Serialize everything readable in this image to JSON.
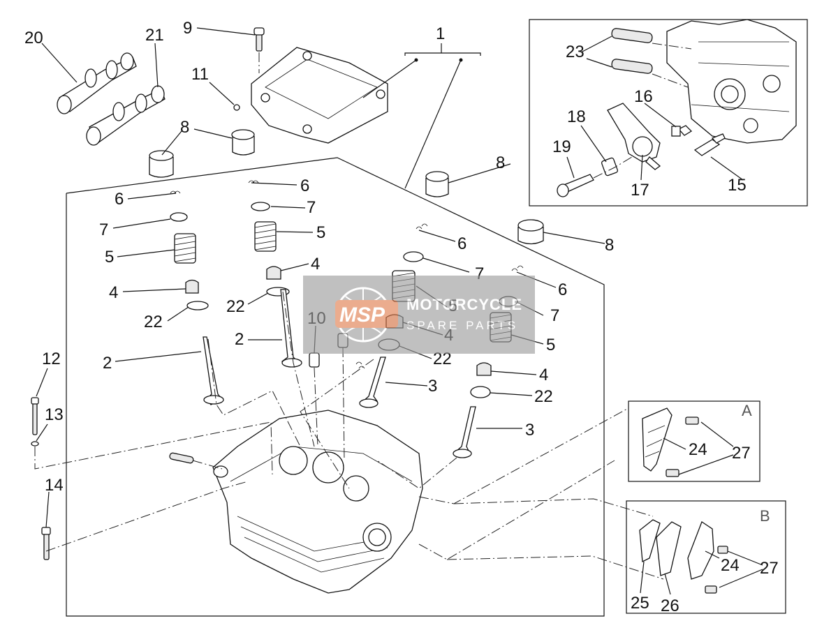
{
  "watermark": {
    "logo": "MSP",
    "line1": "MOTORCYCLE",
    "line2": "SPARE PARTS"
  },
  "inset_labels": {
    "a": "A",
    "b": "B"
  },
  "callouts": {
    "c1": "1",
    "c2a": "2",
    "c2b": "2",
    "c3a": "3",
    "c3b": "3",
    "c4a": "4",
    "c4b": "4",
    "c4c": "4",
    "c4d": "4",
    "c5a": "5",
    "c5b": "5",
    "c5c": "5",
    "c5d": "5",
    "c6a": "6",
    "c6b": "6",
    "c6c": "6",
    "c6d": "6",
    "c7a": "7",
    "c7b": "7",
    "c7c": "7",
    "c7d": "7",
    "c8a": "8",
    "c8b": "8",
    "c8c": "8",
    "c9": "9",
    "c10": "10",
    "c11": "11",
    "c12": "12",
    "c13": "13",
    "c14": "14",
    "c15": "15",
    "c16": "16",
    "c17": "17",
    "c18": "18",
    "c19": "19",
    "c20": "20",
    "c21": "21",
    "c22a": "22",
    "c22b": "22",
    "c22c": "22",
    "c22d": "22",
    "c23": "23",
    "c24a": "24",
    "c24b": "24",
    "c25": "25",
    "c26": "26",
    "c27a": "27",
    "c27b": "27"
  },
  "colors": {
    "watermark_bg": "#9a9a9a",
    "watermark_logo": "#e07a4a",
    "line": "#111111"
  }
}
